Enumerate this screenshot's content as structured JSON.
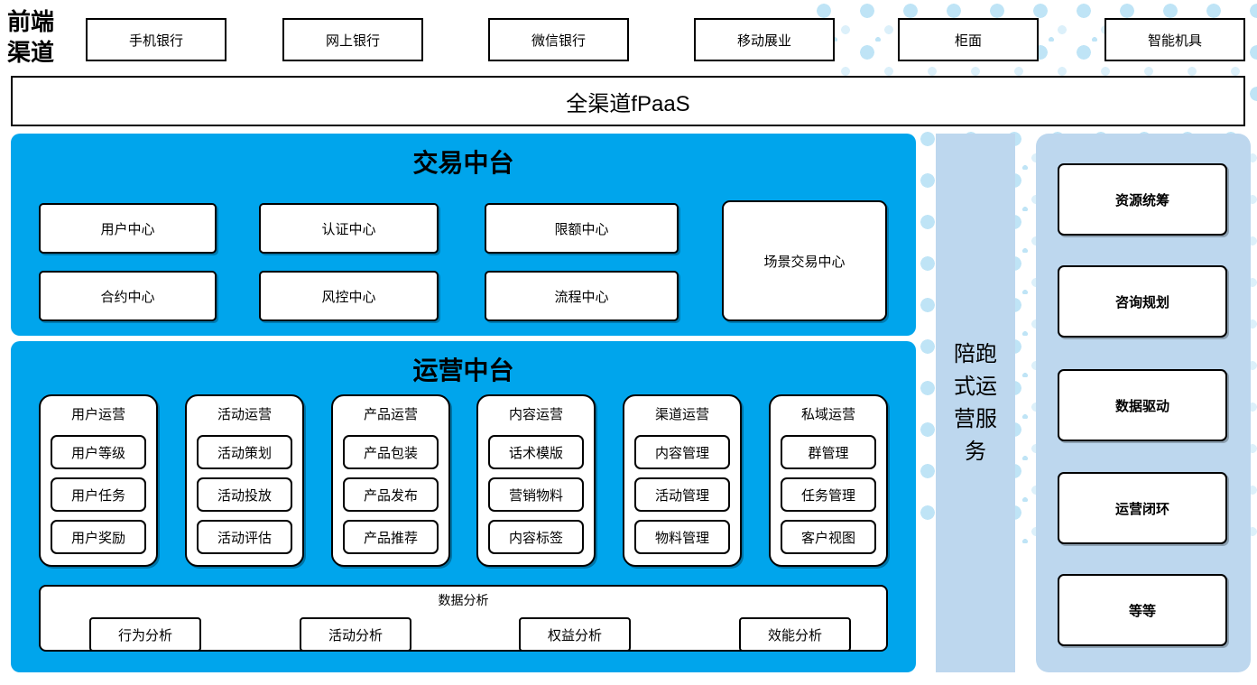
{
  "front_channels": {
    "label": "前端渠道",
    "items": [
      "手机银行",
      "网上银行",
      "微信银行",
      "移动展业",
      "柜面",
      "智能机具"
    ]
  },
  "fpaas_bar": {
    "label": "全渠道fPaaS"
  },
  "transaction_platform": {
    "title": "交易中台",
    "row1": [
      "用户中心",
      "认证中心",
      "限额中心"
    ],
    "row2": [
      "合约中心",
      "风控中心",
      "流程中心"
    ],
    "scene_center": "场景交易中心"
  },
  "operation_platform": {
    "title": "运营中台",
    "groups": [
      {
        "title": "用户运营",
        "items": [
          "用户等级",
          "用户任务",
          "用户奖励"
        ]
      },
      {
        "title": "活动运营",
        "items": [
          "活动策划",
          "活动投放",
          "活动评估"
        ]
      },
      {
        "title": "产品运营",
        "items": [
          "产品包装",
          "产品发布",
          "产品推荐"
        ]
      },
      {
        "title": "内容运营",
        "items": [
          "话术模版",
          "营销物料",
          "内容标签"
        ]
      },
      {
        "title": "渠道运营",
        "items": [
          "内容管理",
          "活动管理",
          "物料管理"
        ]
      },
      {
        "title": "私域运营",
        "items": [
          "群管理",
          "任务管理",
          "客户视图"
        ]
      }
    ],
    "data_analysis": {
      "title": "数据分析",
      "items": [
        "行为分析",
        "活动分析",
        "权益分析",
        "效能分析"
      ]
    }
  },
  "side_service": {
    "label": "陪跑式运营服务"
  },
  "right_panel": {
    "items": [
      "资源统筹",
      "咨询规划",
      "数据驱动",
      "运营闭环",
      "等等"
    ]
  },
  "colors": {
    "platform_blue": "#00A5EC",
    "panel_light_blue": "#BDD7EE",
    "dot_light": "#BFE4F6",
    "dot_lighter": "#DCF0FA",
    "border_black": "#000000"
  }
}
